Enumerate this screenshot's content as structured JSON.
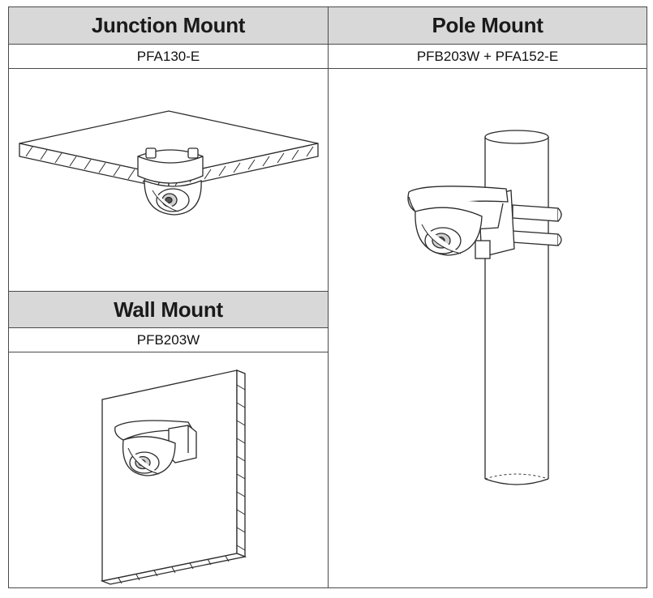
{
  "table": {
    "junction": {
      "title": "Junction Mount",
      "model": "PFA130-E",
      "illustration": "ceiling-mounted-dome-camera"
    },
    "pole": {
      "title": "Pole Mount",
      "model": "PFB203W + PFA152-E",
      "illustration": "pole-mounted-dome-camera"
    },
    "wall": {
      "title": "Wall Mount",
      "model": "PFB203W",
      "illustration": "wall-mounted-dome-camera"
    }
  },
  "colors": {
    "header_bg": "#d8d8d8",
    "border": "#4a4a4a",
    "line_art": "#2a2a2a"
  }
}
